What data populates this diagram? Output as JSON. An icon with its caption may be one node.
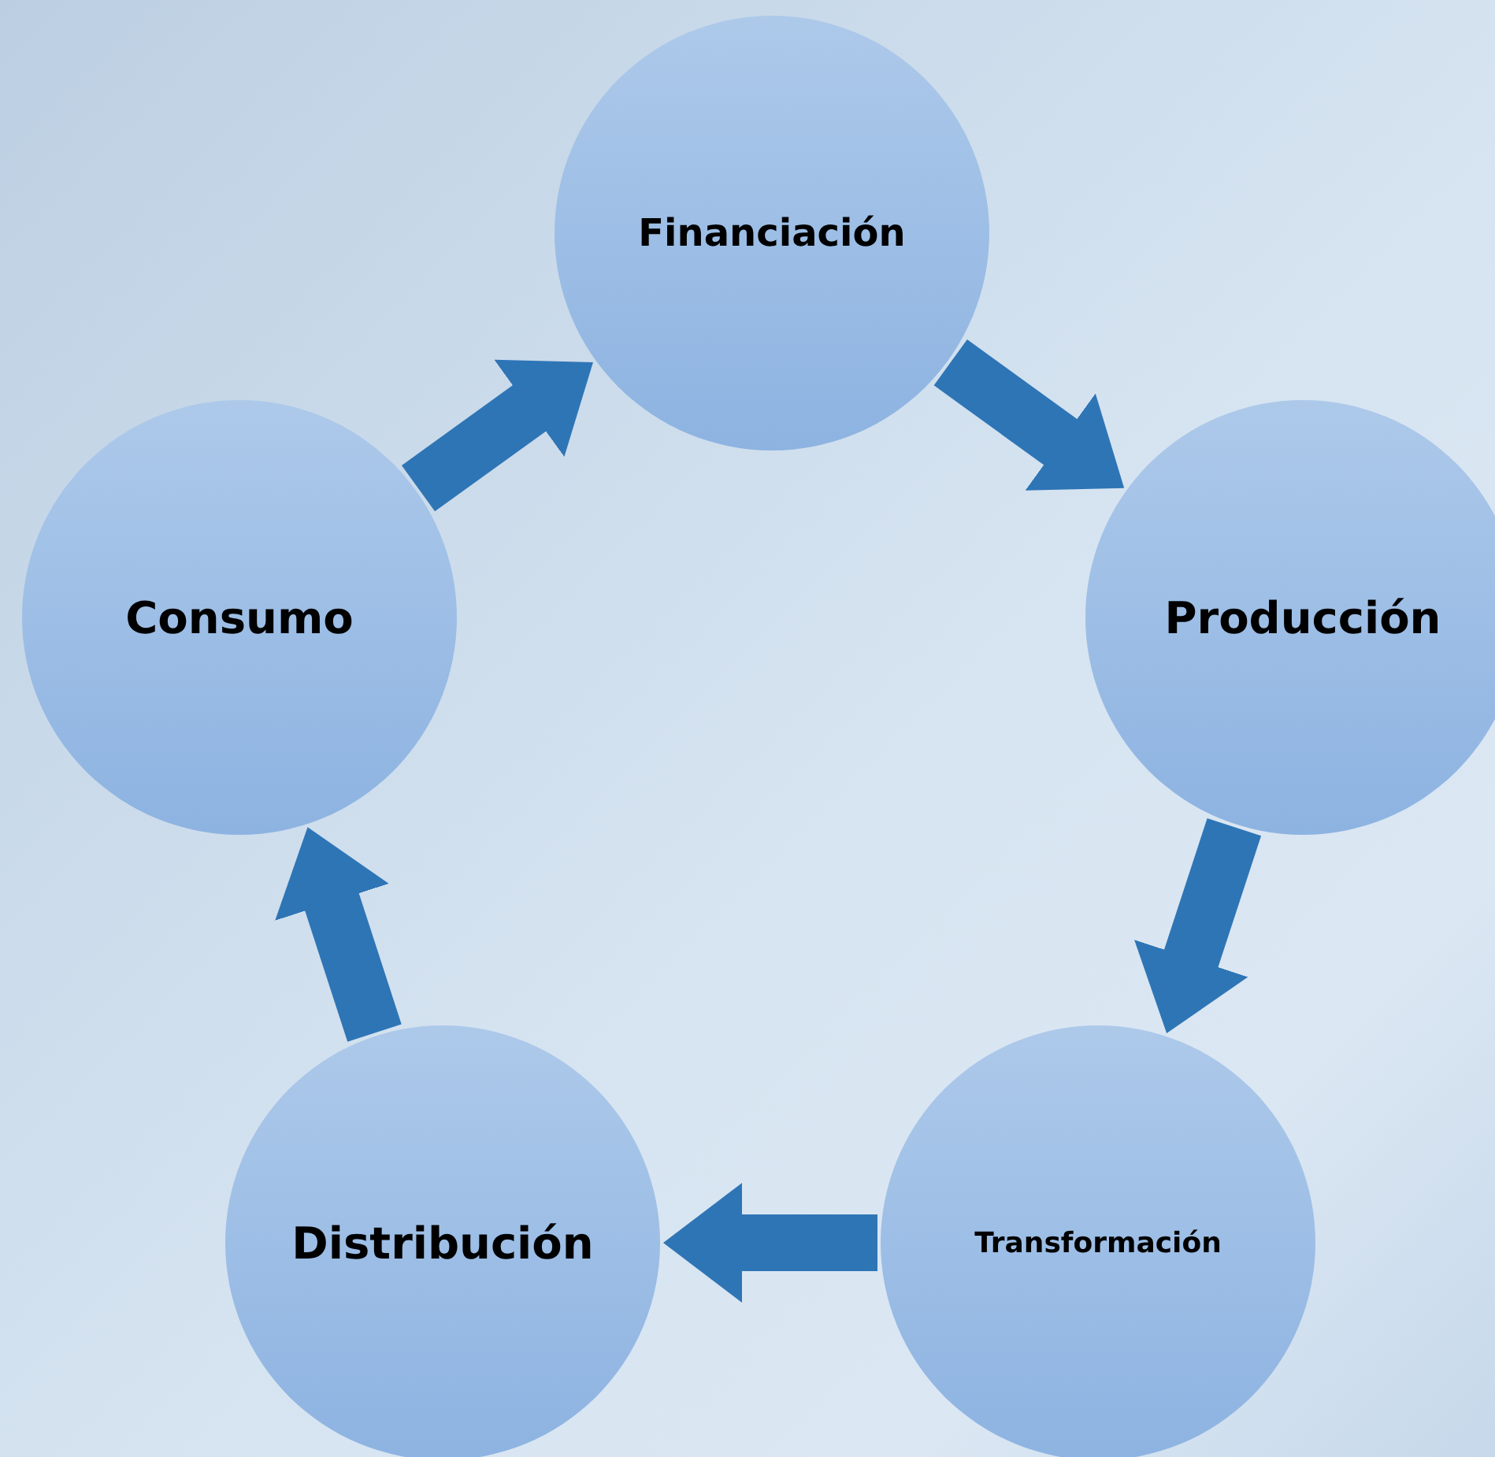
{
  "diagram": {
    "nodes": [
      {
        "text": [
          "Financiación"
        ]
      },
      {
        "text": [
          "Producción"
        ]
      },
      {
        "text": [
          "Transformación"
        ]
      },
      {
        "text": [
          "Distribución"
        ]
      },
      {
        "text": [
          "Consumo"
        ]
      }
    ],
    "edges": [
      {
        "from": 0,
        "to": 1,
        "arrow": "to"
      },
      {
        "from": 1,
        "to": 2,
        "arrow": "to"
      },
      {
        "from": 2,
        "to": 3,
        "arrow": "to"
      },
      {
        "from": 3,
        "to": 4,
        "arrow": "to"
      },
      {
        "from": 4,
        "to": 0,
        "arrow": "to"
      }
    ]
  }
}
